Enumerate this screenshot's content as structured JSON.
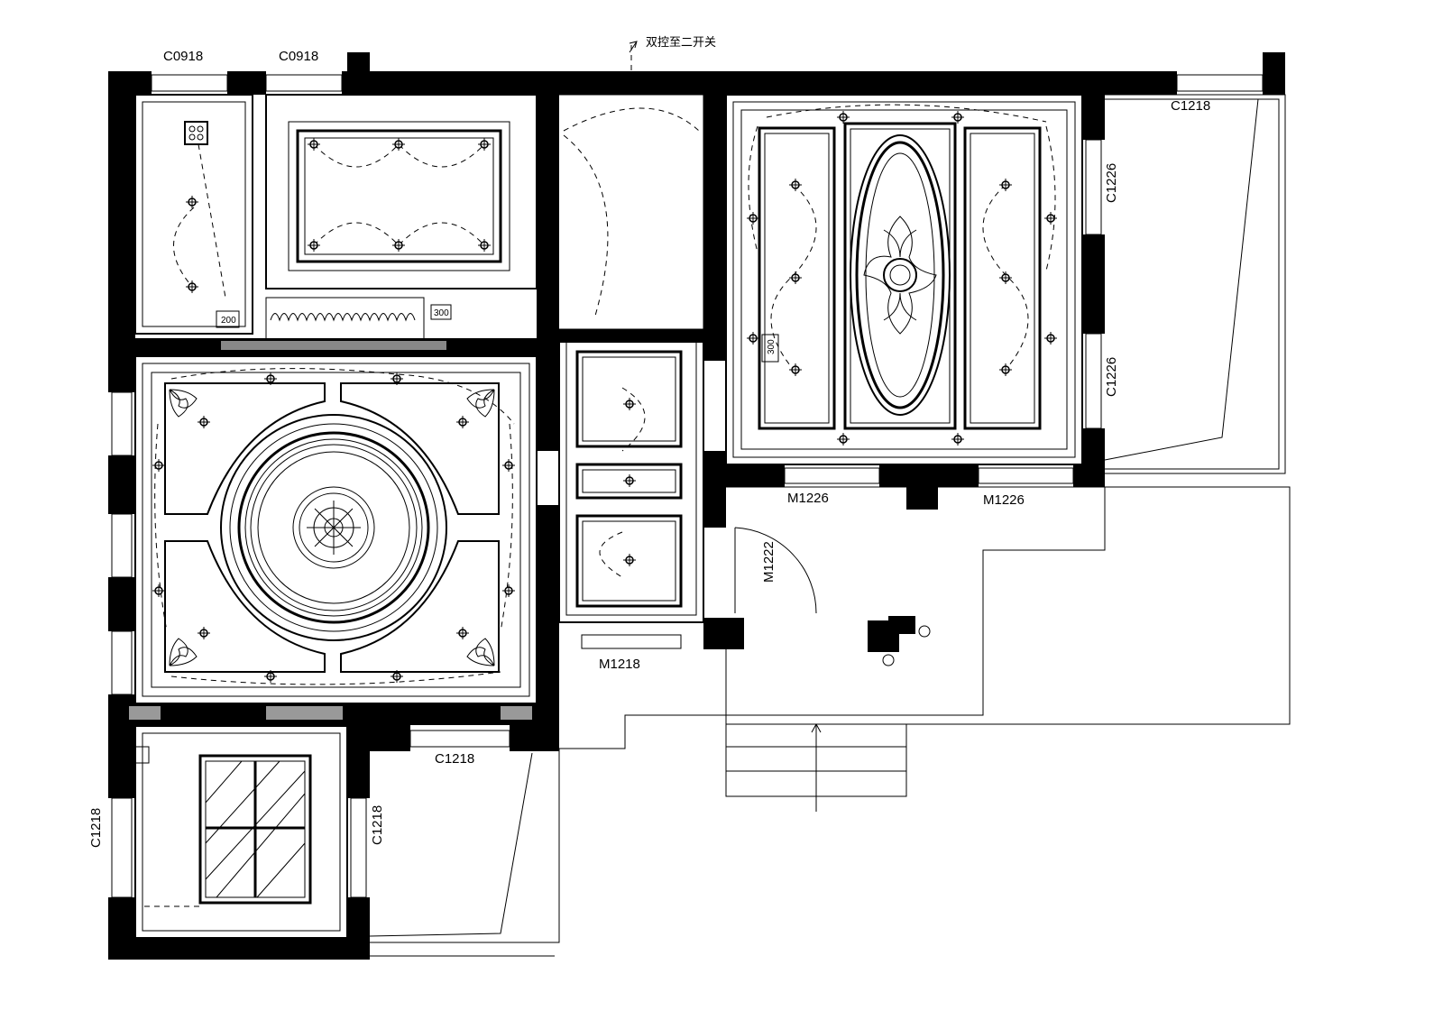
{
  "plan": {
    "switch_note": "双控至二开关",
    "dimensions": {
      "d200": "200",
      "d300": "300",
      "d300b": "300"
    },
    "openings": [
      {
        "key": "c0918_a",
        "label": "C0918"
      },
      {
        "key": "c0918_b",
        "label": "C0918"
      },
      {
        "key": "c1218_top",
        "label": "C1218"
      },
      {
        "key": "c1226_a",
        "label": "C1226"
      },
      {
        "key": "c1226_b",
        "label": "C1226"
      },
      {
        "key": "m1226_a",
        "label": "M1226"
      },
      {
        "key": "m1226_b",
        "label": "M1226"
      },
      {
        "key": "m1222",
        "label": "M1222"
      },
      {
        "key": "m1218",
        "label": "M1218"
      },
      {
        "key": "c1218_bottom",
        "label": "C1218"
      },
      {
        "key": "c1218_left",
        "label": "C1218"
      },
      {
        "key": "c1218_mid",
        "label": "C1218"
      }
    ]
  }
}
